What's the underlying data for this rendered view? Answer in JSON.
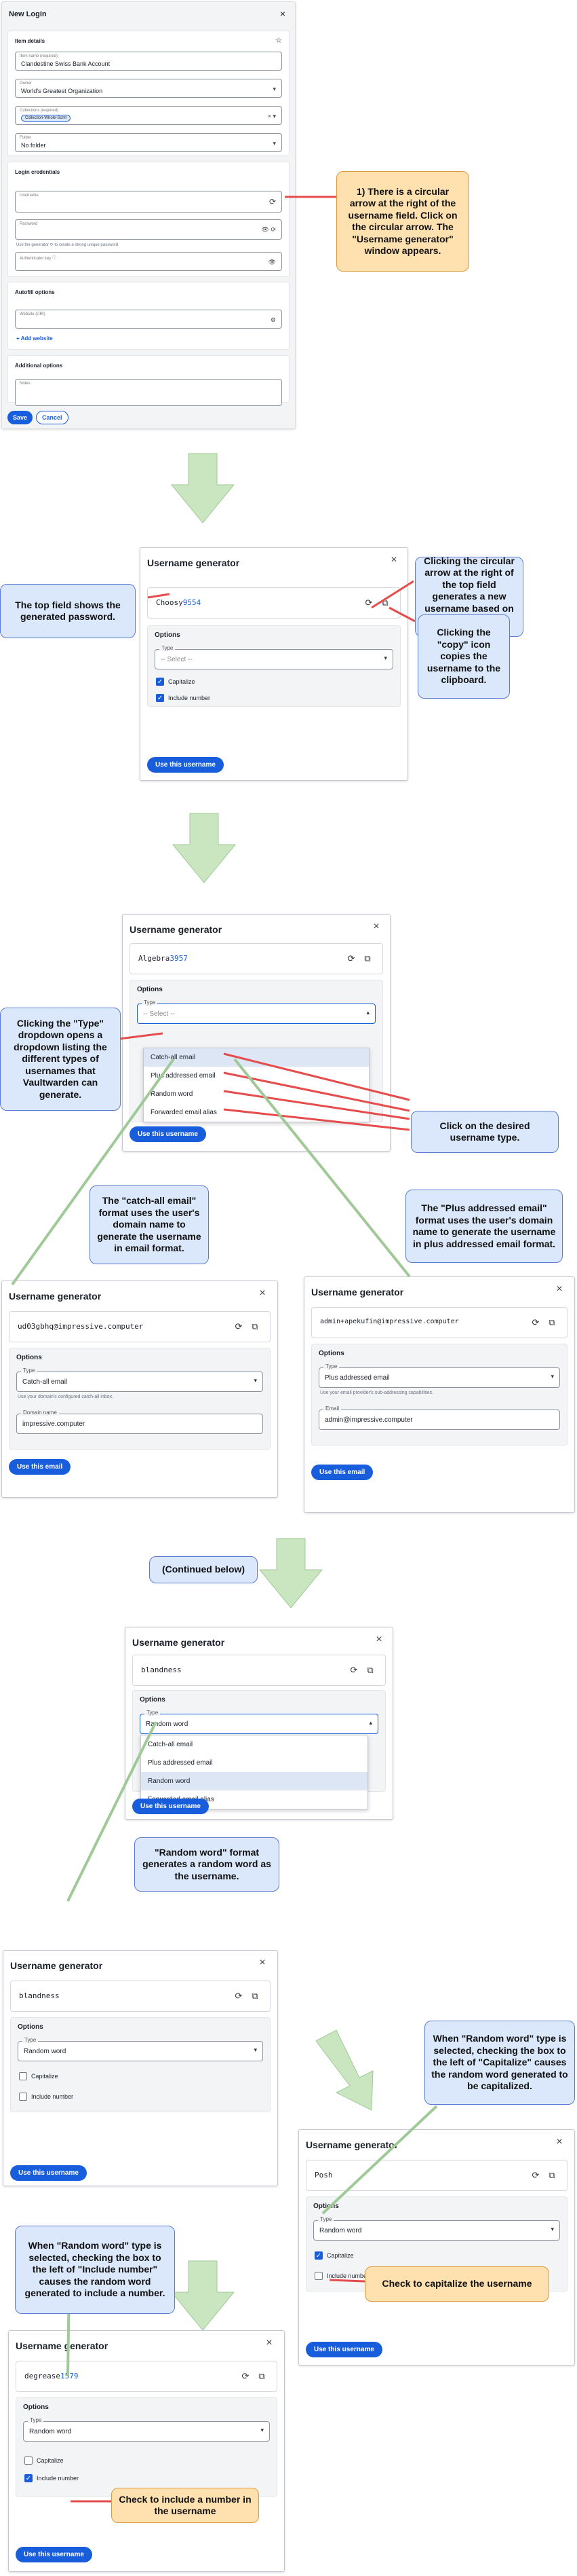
{
  "new_login": {
    "title": "New Login",
    "close": "×",
    "item_details": "Item details",
    "name_label": "Item name (required)",
    "name_value": "Clandestine Swiss Bank Account",
    "owner_label": "Owner",
    "owner_value": "World's Greatest Organization",
    "collections_label": "Collections (required)",
    "collection_chip": "Collection-Whole-Scrm",
    "folder_label": "Folder",
    "folder_value": "No folder",
    "login_credentials": "Login credentials",
    "username_label": "Username",
    "password_label": "Password",
    "password_hint": "Use the generator ⟳ to create a strong unique password",
    "authkey_label": "Authenticator key ⓘ",
    "autofill": "Autofill options",
    "website_label": "Website (URI)",
    "add_website": "+ Add website",
    "additional": "Additional options",
    "notes_label": "Notes",
    "save": "Save",
    "cancel": "Cancel"
  },
  "gen": {
    "title": "Username generator",
    "options": "Options",
    "type_label": "Type",
    "capitalize": "Capitalize",
    "include_number": "Include number",
    "use_username": "Use this username",
    "use_email": "Use this email",
    "select_placeholder": "-- Select --",
    "catchall_hint": "Use your domain's configured catch-all inbox.",
    "plus_hint": "Use your email provider's sub-addressing capabilities.",
    "domain_label": "Domain name",
    "email_label": "Email"
  },
  "g1": {
    "word": "Choosy",
    "num": "9554"
  },
  "g2": {
    "word": "Algebra",
    "num": "3957"
  },
  "g3": {
    "value": "ud03gbhq@impressive.computer",
    "type": "Catch-all email",
    "domain": "impressive.computer"
  },
  "g4": {
    "value": "admin+apekufin@impressive.computer",
    "type": "Plus addressed email",
    "email": "admin@impressive.computer"
  },
  "g5": {
    "word": "blandness",
    "num": "",
    "type": "Random word"
  },
  "g6": {
    "word": "blandness",
    "num": "",
    "type": "Random word"
  },
  "g7": {
    "word": "Posh",
    "num": "",
    "type": "Random word"
  },
  "g8": {
    "word": "degrease",
    "num": "1579",
    "type": "Random word"
  },
  "dropdown": [
    "Catch-all email",
    "Plus addressed email",
    "Random word",
    "Forwarded email alias"
  ],
  "notes": {
    "n1": "1) There is a circular arrow at the right of the username field.  Click on the circular arrow.  The \"Username generator\" window appears.",
    "n2": "Clicking the circular arrow at the right of the top field generates a new username based on the current parameters.",
    "n3": "The top field shows the generated password.",
    "n4": "Clicking the \"copy\" icon copies the username to the clipboard.",
    "n5": "Clicking the \"Type\" dropdown opens a dropdown listing the different types of usernames that Vaultwarden can generate.",
    "n6": "Click on the desired username type.",
    "n7": "The \"catch-all email\" format uses the user's domain name to generate the username in email format.",
    "n8": "The \"Plus addressed email\" format uses the user's domain name to generate the username in plus addressed email format.",
    "n9": "(Continued below)",
    "n10": "\"Random word\" format generates a random word as the username.",
    "n11": "When \"Random word\" type is selected, checking the box to the left of \"Capitalize\" causes the random word generated to be capitalized.",
    "n12": "Check to capitalize the username",
    "n13": "When \"Random word\" type is selected, checking the box to the left of \"Include number\" causes the random word generated to include a number.",
    "n14": "Check to include a number in the username"
  },
  "colors": {
    "accent": "#175ddc",
    "note_blue": "#dbe8fb",
    "note_orange": "#ffe1b0",
    "arrow_green": "#c9e6c1"
  }
}
